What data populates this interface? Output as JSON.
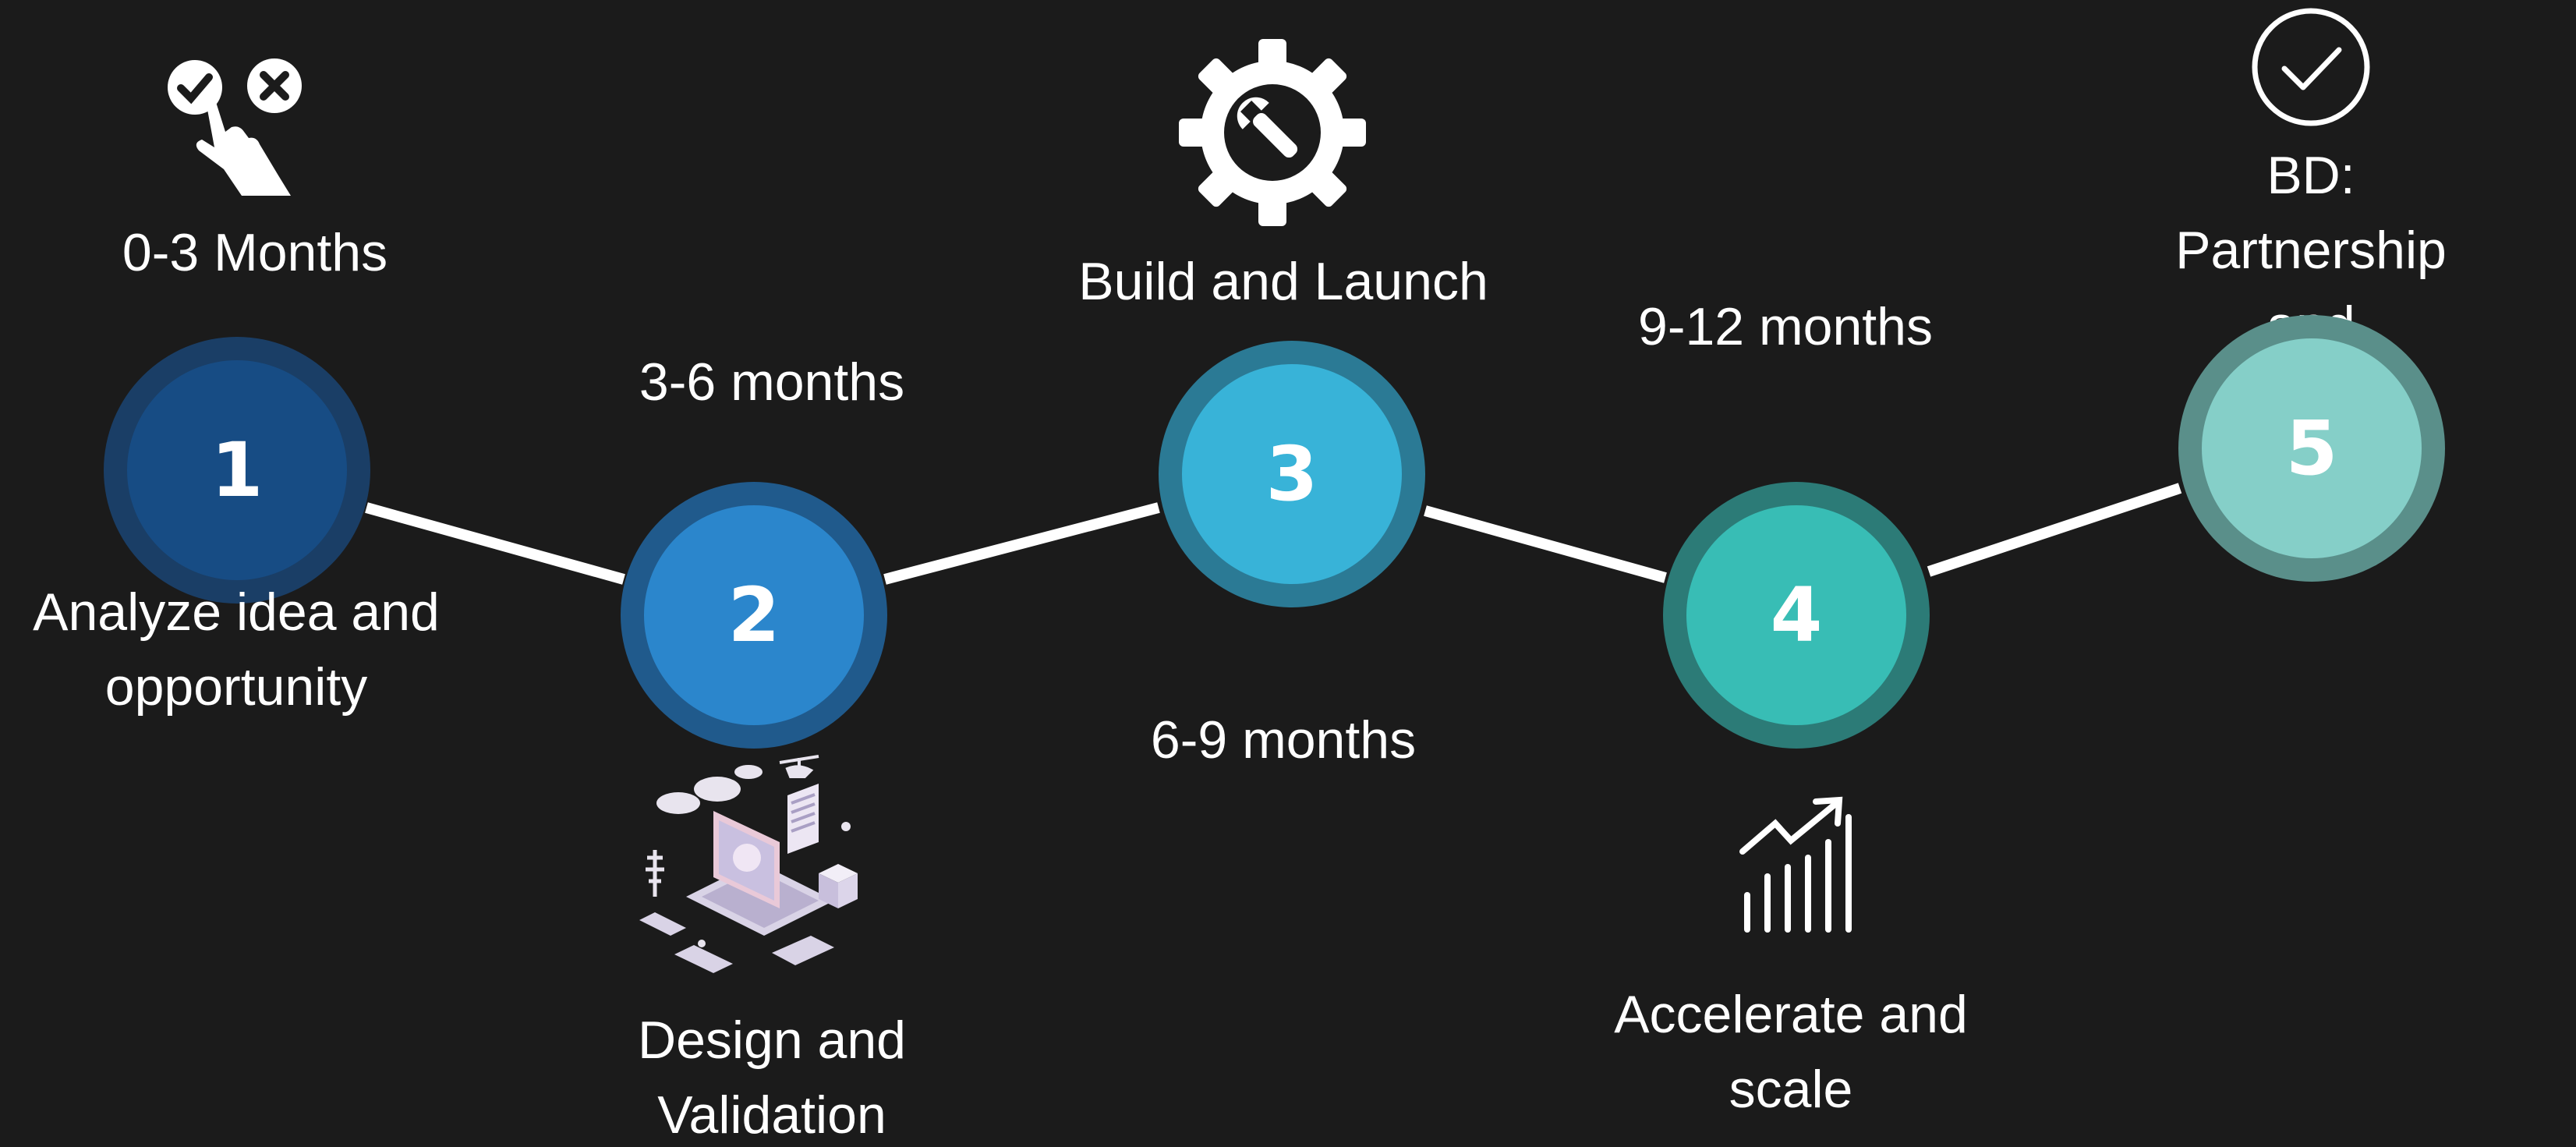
{
  "colors": {
    "background": "#1b1b1b",
    "connector": "#ffffff",
    "step1_outer": "#1a3e66",
    "step1_inner": "#174c84",
    "step2_outer": "#205a8c",
    "step2_inner": "#2b86cc",
    "step3_outer": "#2b7a95",
    "step3_inner": "#38b3d8",
    "step4_outer": "#2c7b77",
    "step4_inner": "#38bdb5",
    "step5_outer": "#5a8f8a",
    "step5_inner": "#85cfc8"
  },
  "steps": [
    {
      "number": "1",
      "period": "0-3 Months",
      "title": "Analyze idea and\nopportunity",
      "icon": "check-cross-pointer-icon"
    },
    {
      "number": "2",
      "period": "3-6 months",
      "title": "Design and\nValidation",
      "icon": "isometric-laptop-workspace-illustration"
    },
    {
      "number": "3",
      "period": "6-9 months",
      "title": "Build and Launch",
      "icon": "gear-wrench-icon"
    },
    {
      "number": "4",
      "period": "9-12 months",
      "title": "Accelerate and\nscale",
      "icon": "growth-bar-chart-icon"
    },
    {
      "number": "5",
      "period": "",
      "title": "BD: Partnership and\nfunding",
      "icon": "check-circle-icon"
    }
  ]
}
